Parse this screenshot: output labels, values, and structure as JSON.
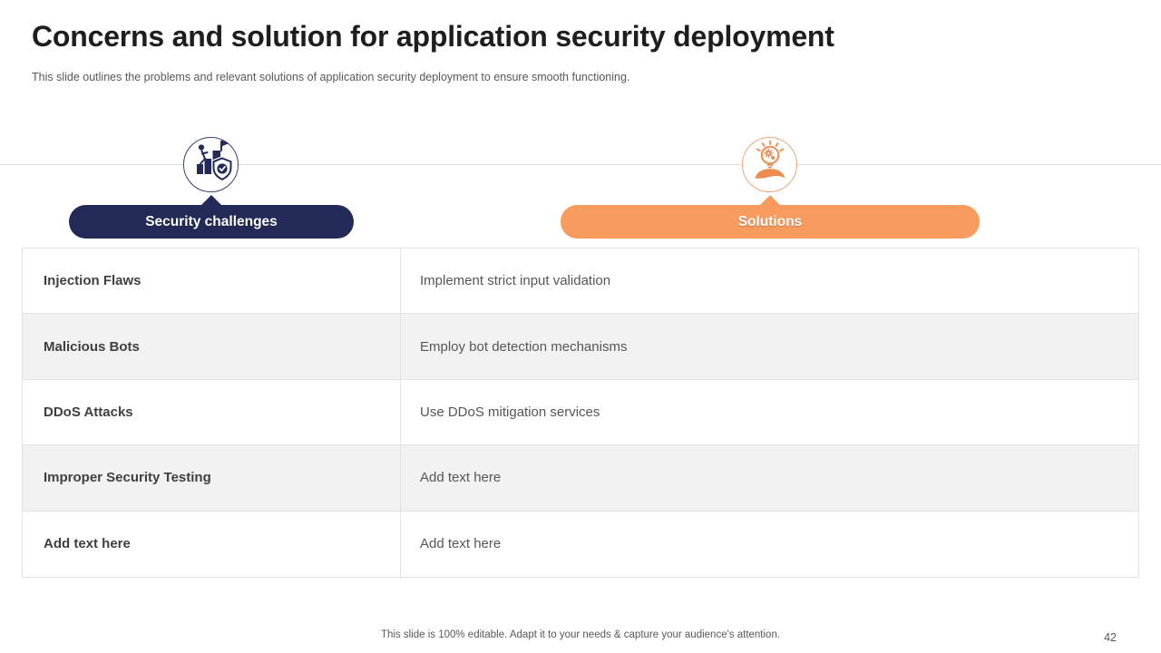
{
  "slide": {
    "title": "Concerns and solution for application security deployment",
    "subtitle": "This slide outlines the problems and relevant solutions of application security deployment to ensure smooth functioning.",
    "footer_note": "This slide is 100% editable. Adapt it to your needs & capture your audience's attention.",
    "page_number": "42"
  },
  "headers": {
    "challenges": {
      "label": "Security challenges",
      "color": "#232a58",
      "icon": "climbing-growth-shield-icon"
    },
    "solutions": {
      "label": "Solutions",
      "color": "#f79b5e",
      "icon": "hand-holding-lightbulb-icon"
    }
  },
  "table": {
    "rows": [
      {
        "challenge": "Injection Flaws",
        "solution": "Implement strict input validation"
      },
      {
        "challenge": "Malicious Bots",
        "solution": "Employ bot detection mechanisms"
      },
      {
        "challenge": "DDoS Attacks",
        "solution": "Use DDoS mitigation services"
      },
      {
        "challenge": "Improper Security Testing",
        "solution": "Add text here"
      },
      {
        "challenge": "Add text here",
        "solution": "Add text here"
      }
    ]
  },
  "colors": {
    "navy": "#232a58",
    "orange": "#f79b5e",
    "row_alt": "#f2f2f2",
    "table_border": "#e3e3e3",
    "divider_line": "#d9d9d9",
    "title_text": "#1e1e1e",
    "body_text": "#595959"
  }
}
